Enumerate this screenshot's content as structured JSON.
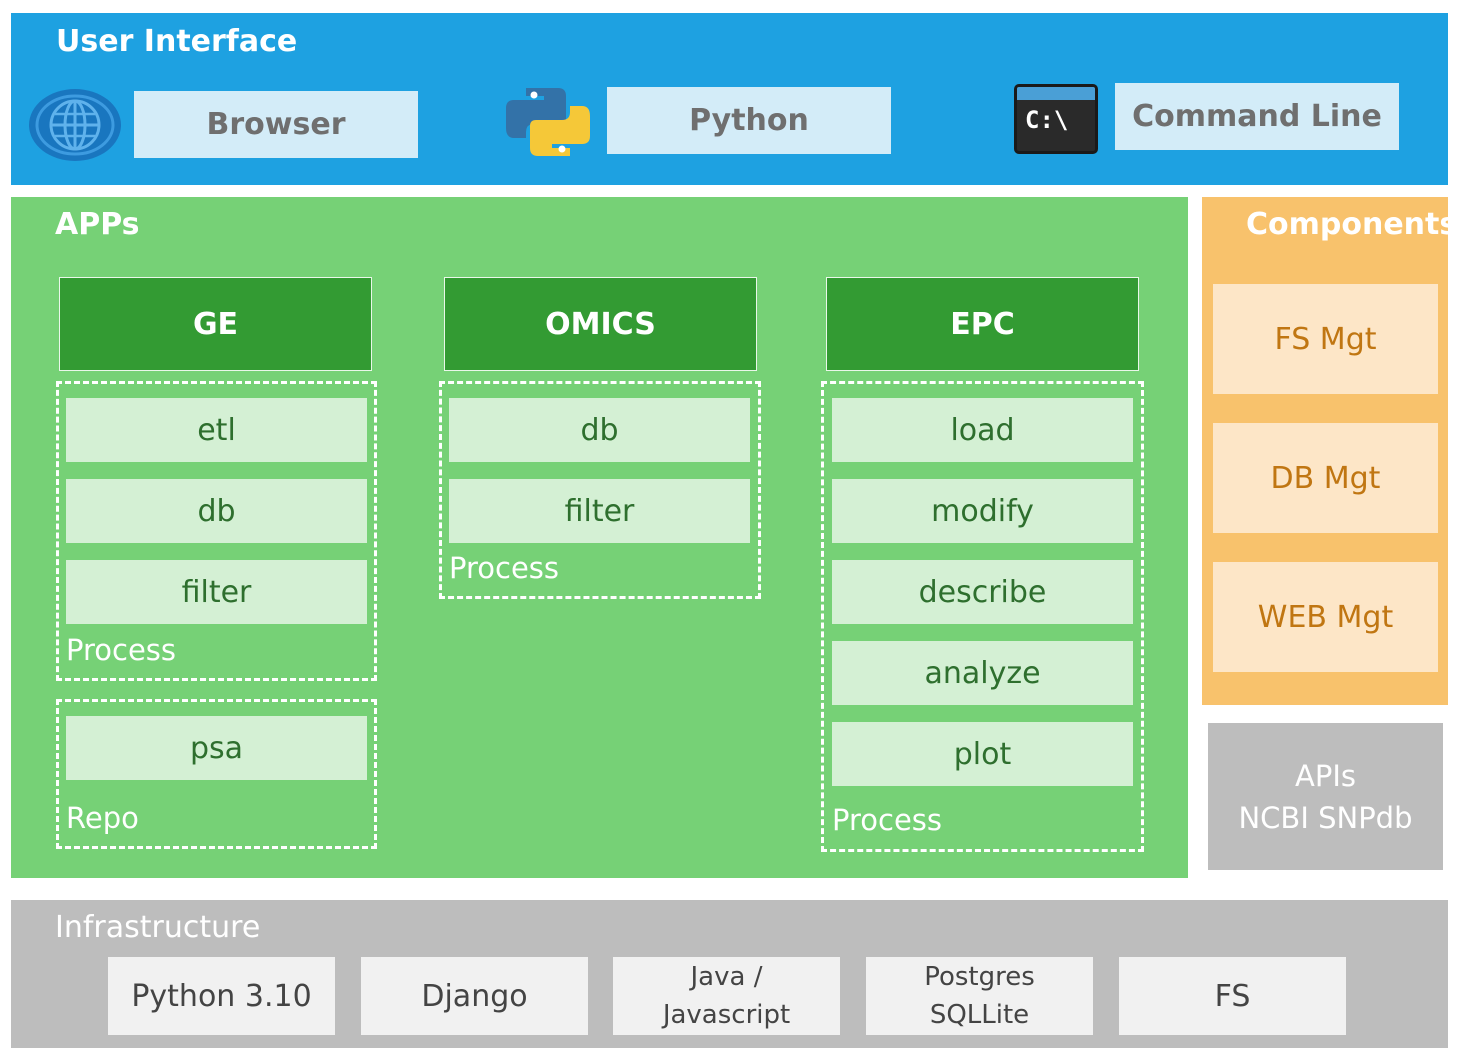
{
  "user_interface": {
    "title": "User Interface",
    "browser_label": "Browser",
    "python_label": "Python",
    "cmd_label": "Command Line",
    "cmd_icon_text": "C:\\"
  },
  "apps": {
    "title": "APPs",
    "ge": {
      "header": "GE",
      "process_items": [
        "etl",
        "db",
        "filter"
      ],
      "process_label": "Process",
      "repo_items": [
        "psa"
      ],
      "repo_label": "Repo"
    },
    "omics": {
      "header": "OMICS",
      "process_items": [
        "db",
        "filter"
      ],
      "process_label": "Process"
    },
    "epc": {
      "header": "EPC",
      "process_items": [
        "load",
        "modify",
        "describe",
        "analyze",
        "plot"
      ],
      "process_label": "Process"
    }
  },
  "components": {
    "title": "Components",
    "items": [
      "FS Mgt",
      "DB Mgt",
      "WEB Mgt"
    ]
  },
  "apis": {
    "line1": "APIs",
    "line2": "NCBI SNPdb"
  },
  "infrastructure": {
    "title": "Infrastructure",
    "items": [
      {
        "line1": "Python 3.10"
      },
      {
        "line1": "Django"
      },
      {
        "line1": "Java /",
        "line2": "Javascript"
      },
      {
        "line1": "Postgres",
        "line2": "SQLLite"
      },
      {
        "line1": "FS"
      }
    ]
  },
  "colors": {
    "ui_band": "#1ea1e1",
    "apps_panel": "#76d176",
    "app_header": "#339b33",
    "components": "#f8c26c",
    "infrastructure": "#bdbdbd"
  }
}
